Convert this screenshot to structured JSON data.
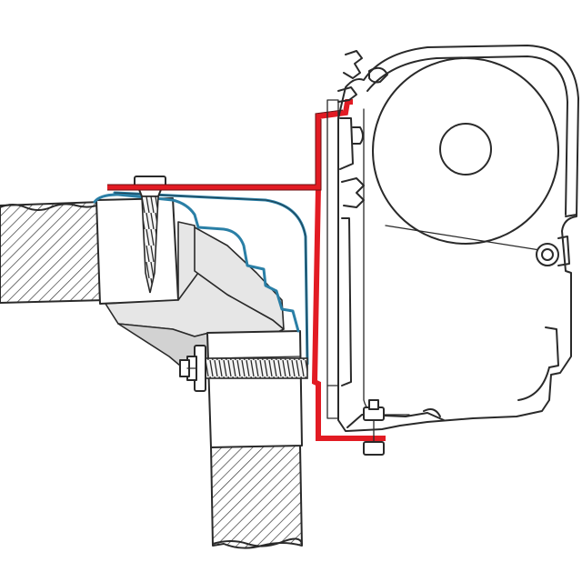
{
  "diagram": {
    "components": [
      {
        "id": "awning-case",
        "icon": "awning-profile-icon"
      },
      {
        "id": "fabric-roller",
        "icon": "roller-tube-icon"
      },
      {
        "id": "adapter-bracket",
        "icon": "bracket-icon",
        "color": "#e21b23"
      },
      {
        "id": "seal-profile",
        "icon": "seal-icon",
        "color": "#2a7fa6"
      },
      {
        "id": "wall-section",
        "icon": "hatched-wall-icon"
      },
      {
        "id": "roof-section",
        "icon": "hatched-roof-icon"
      },
      {
        "id": "wood-screw",
        "icon": "screw-icon"
      },
      {
        "id": "through-bolt",
        "icon": "bolt-icon"
      },
      {
        "id": "case-nut",
        "icon": "nut-icon"
      }
    ]
  }
}
